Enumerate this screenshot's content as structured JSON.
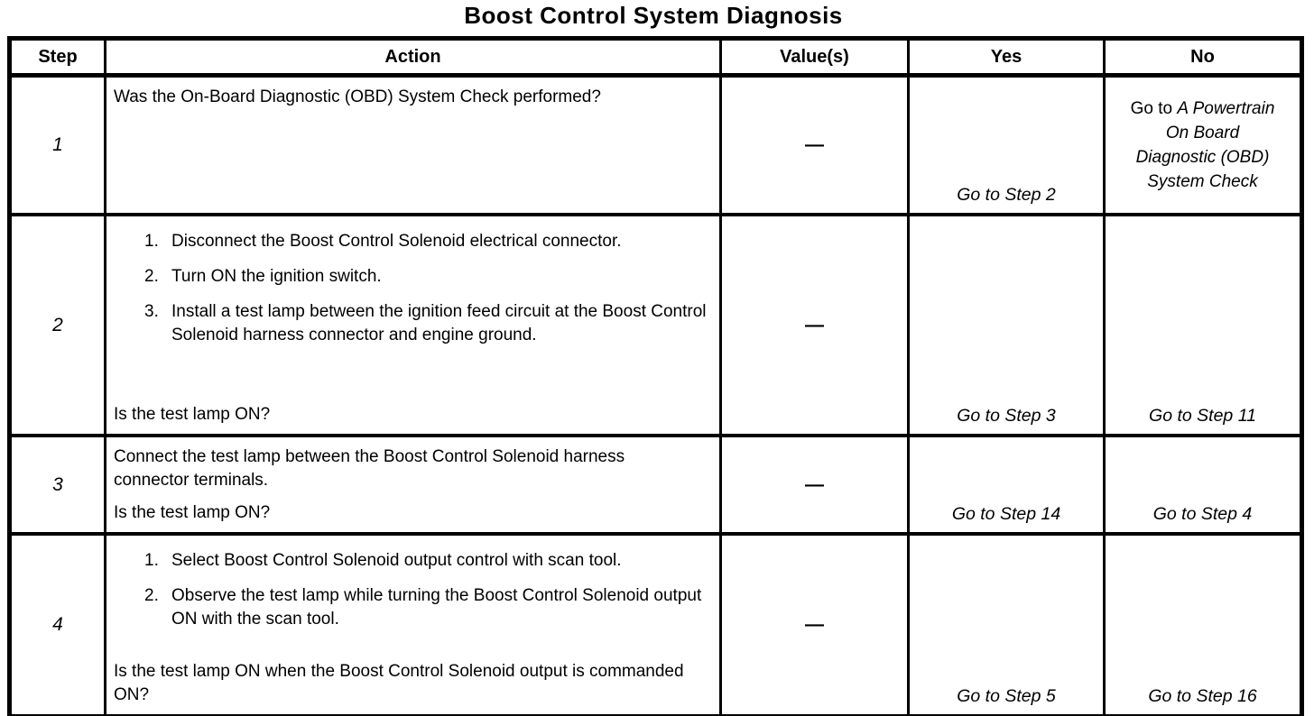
{
  "title": "Boost Control System Diagnosis",
  "table": {
    "headers": {
      "step": "Step",
      "action": "Action",
      "values": "Value(s)",
      "yes": "Yes",
      "no": "No"
    },
    "rows": [
      {
        "step": "1",
        "action_text": "Was the On-Board Diagnostic (OBD) System Check performed?",
        "value": "—",
        "yes": "Go to Step 2",
        "no_prefix": "Go to ",
        "no_destination": "A Powertrain On Board Diagnostic (OBD) System Check"
      },
      {
        "step": "2",
        "items": [
          {
            "num": "1.",
            "text": "Disconnect the Boost Control Solenoid electrical connector."
          },
          {
            "num": "2.",
            "text": "Turn ON the ignition switch."
          },
          {
            "num": "3.",
            "text": "Install a test lamp between the ignition feed circuit at the Boost Control Solenoid harness connector and engine ground."
          }
        ],
        "question": "Is the test lamp ON?",
        "value": "—",
        "yes": "Go to Step 3",
        "no": "Go to Step 11"
      },
      {
        "step": "3",
        "action_text": "Connect the test lamp between the Boost Control Solenoid harness connector terminals.",
        "question": "Is the test lamp ON?",
        "value": "—",
        "yes": "Go to Step 14",
        "no": "Go to Step 4"
      },
      {
        "step": "4",
        "items": [
          {
            "num": "1.",
            "text": "Select Boost Control Solenoid output control with scan tool."
          },
          {
            "num": "2.",
            "text": "Observe the test lamp while turning the Boost Control Solenoid output ON with the scan tool."
          }
        ],
        "question": "Is the test lamp ON when the Boost Control Solenoid output is commanded ON?",
        "value": "—",
        "yes": "Go to Step 5",
        "no": "Go to Step 16"
      }
    ]
  }
}
